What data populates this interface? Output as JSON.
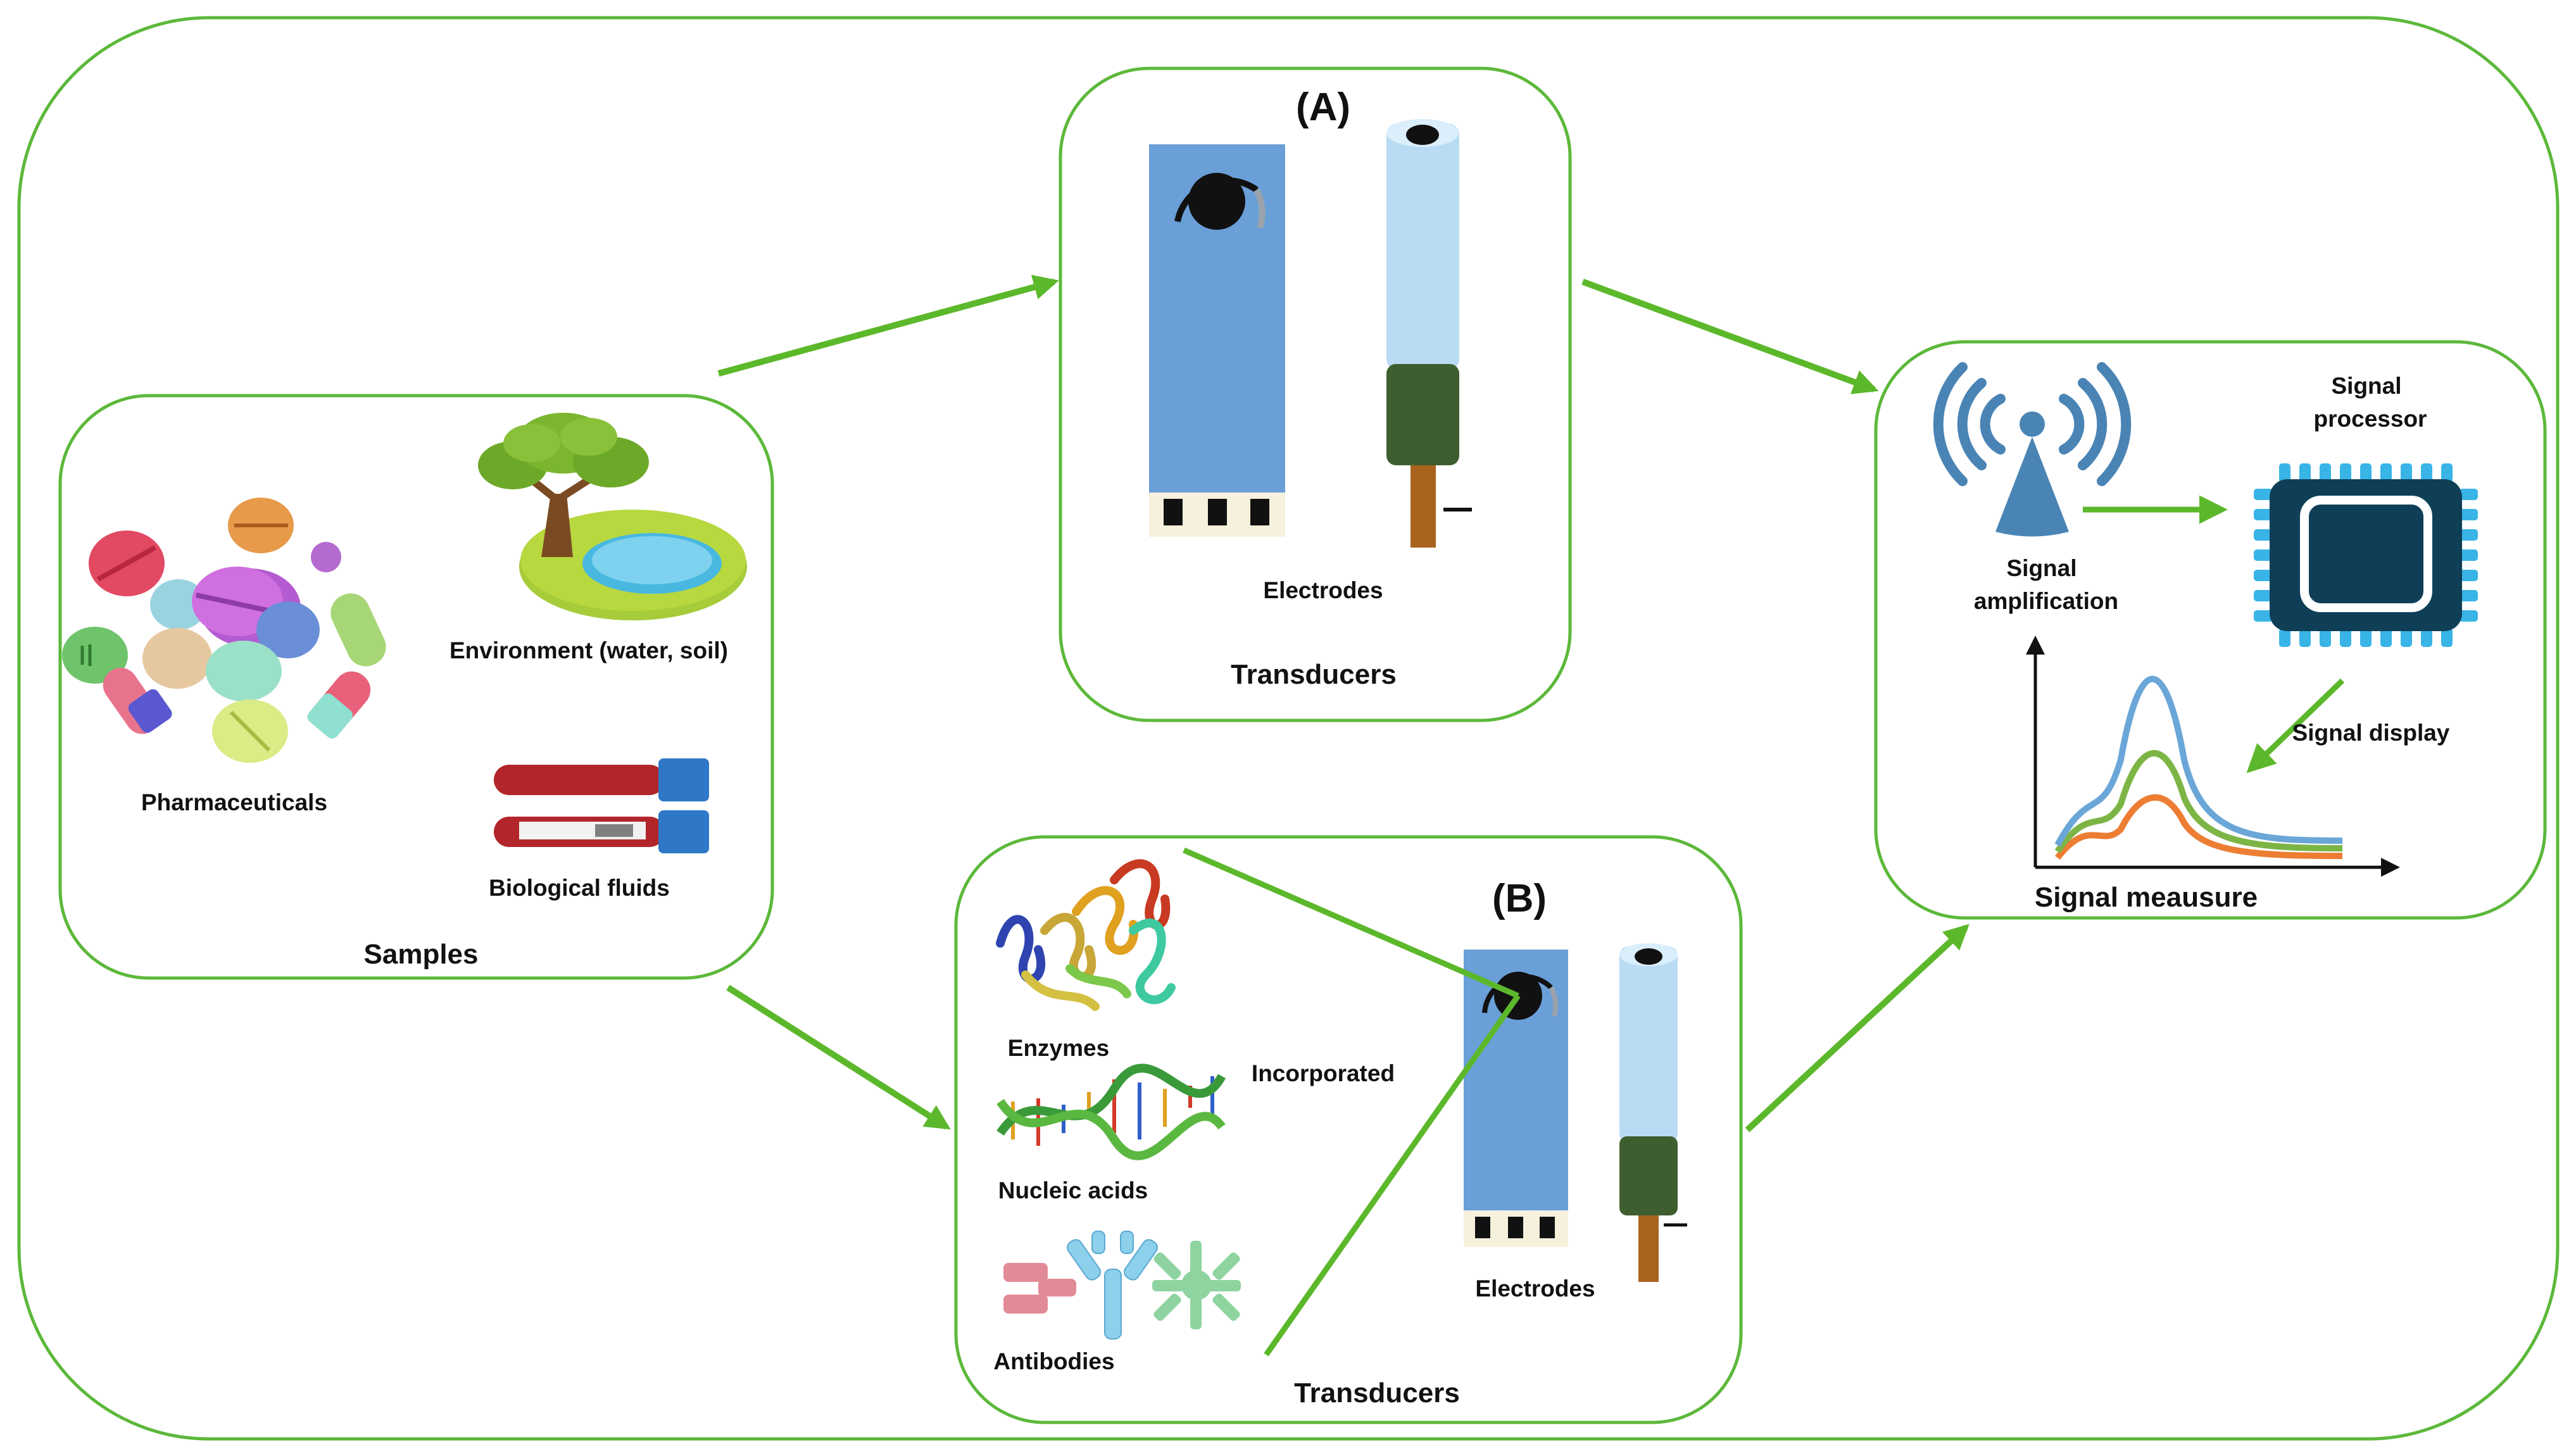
{
  "colors": {
    "frame_border": "#5cb83a",
    "arrow": "#5cb82b",
    "electrode_strip": "#6a9fd8",
    "electrode_tube": "#b9dcf4",
    "electrode_handle": "#3f5e2f",
    "electrode_wire": "#a8641d",
    "antenna": "#4a84b5",
    "chip_body": "#0e3f57",
    "chip_pins": "#39b4e6",
    "curve_blue": "#6aa6d8",
    "curve_green": "#7cb545",
    "curve_orange": "#ec7d32"
  },
  "samples": {
    "pharmaceuticals": "Pharmaceuticals",
    "environment": "Environment (water, soil)",
    "biological_fluids": "Biological fluids",
    "title": "Samples"
  },
  "panel_a": {
    "tag": "(A)",
    "electrodes": "Electrodes",
    "title": "Transducers",
    "minus": "—"
  },
  "panel_b": {
    "tag": "(B)",
    "enzymes": "Enzymes",
    "nucleic_acids": "Nucleic acids",
    "antibodies": "Antibodies",
    "incorporated": "Incorporated",
    "electrodes": "Electrodes",
    "title": "Transducers",
    "minus": "—"
  },
  "signal": {
    "amplification_line1": "Signal",
    "amplification_line2": "amplification",
    "processor_line1": "Signal",
    "processor_line2": "processor",
    "display": "Signal display",
    "title": "Signal meausure"
  }
}
